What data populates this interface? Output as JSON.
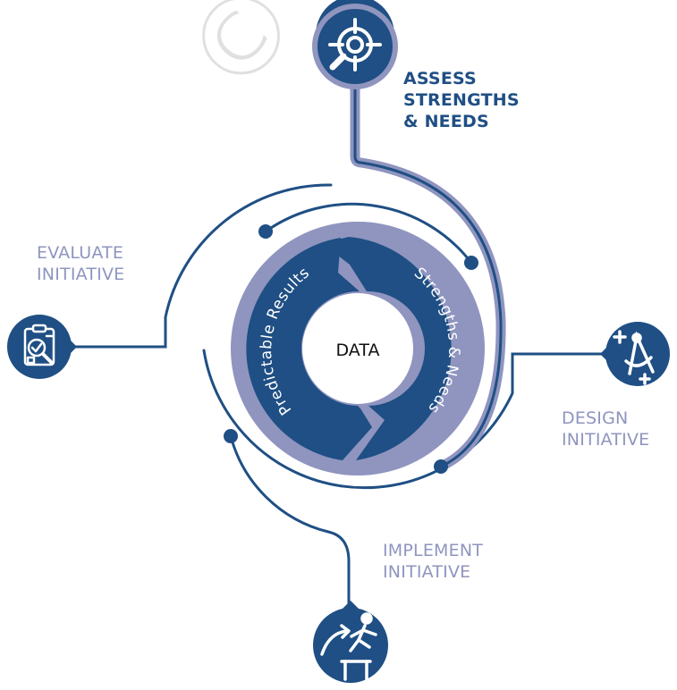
{
  "colors": {
    "primary": "#1f4f84",
    "ring_lavender": "#8f95bf",
    "label_lavender": "#8f95bf",
    "white": "#ffffff"
  },
  "center": {
    "label": "DATA",
    "left_half_text": "Predictable Results",
    "right_half_text": "Strengths & Needs"
  },
  "steps": [
    {
      "id": "assess",
      "lines": [
        "ASSESS",
        "STRENGTHS",
        "& NEEDS"
      ],
      "icon": "target-magnifier-icon",
      "active": true
    },
    {
      "id": "design",
      "lines": [
        "DESIGN",
        "INITIATIVE"
      ],
      "icon": "design-compass-icon",
      "active": false
    },
    {
      "id": "implement",
      "lines": [
        "IMPLEMENT",
        "INITIATIVE"
      ],
      "icon": "hurdle-runner-icon",
      "active": false
    },
    {
      "id": "evaluate",
      "lines": [
        "EVALUATE",
        "INITIATIVE"
      ],
      "icon": "clipboard-check-icon",
      "active": false
    }
  ],
  "watermark": "© C"
}
